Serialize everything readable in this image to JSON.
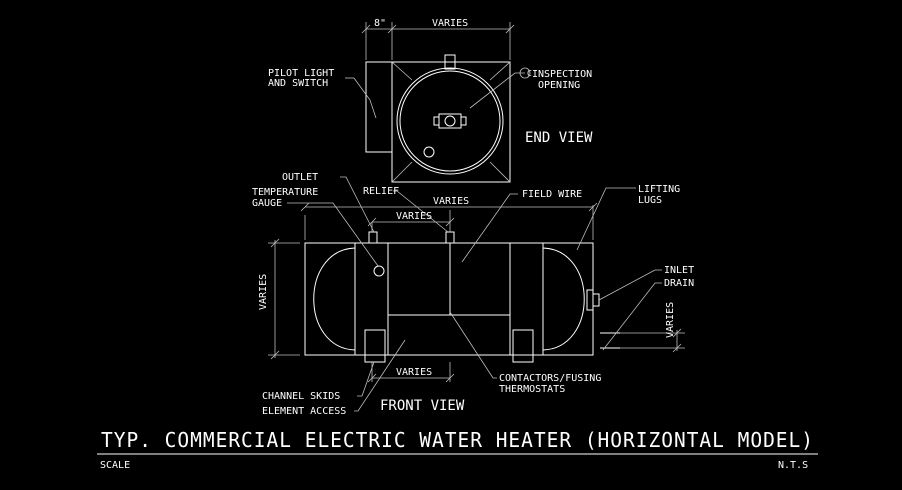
{
  "drawing": {
    "title": "TYP. COMMERCIAL ELECTRIC WATER HEATER (HORIZONTAL MODEL)",
    "scale_label": "SCALE",
    "scale_value": "N.T.S",
    "end_view_label": "END VIEW",
    "front_view_label": "FRONT VIEW"
  },
  "dimensions": {
    "offset_8": "8\"",
    "end_width": "VARIES",
    "relief_dim": "VARIES",
    "outlet_dim": "VARIES",
    "skid_dim": "VARIES",
    "overall_height": "VARIES",
    "drain_height": "VARIES"
  },
  "labels": {
    "pilot_light_1": "PILOT LIGHT",
    "pilot_light_2": "AND SWITCH",
    "inspection_symbol": "C",
    "inspection_1": "INSPECTION",
    "inspection_2": "OPENING",
    "outlet": "OUTLET",
    "temp_gauge_1": "TEMPERATURE",
    "temp_gauge_2": "GAUGE",
    "relief": "RELIEF",
    "field_wire": "FIELD WIRE",
    "lifting_lugs_1": "LIFTING",
    "lifting_lugs_2": "LUGS",
    "inlet": "INLET",
    "drain": "DRAIN",
    "channel_skids": "CHANNEL SKIDS",
    "element_access": "ELEMENT ACCESS",
    "contactors_1": "CONTACTORS/FUSING",
    "contactors_2": "THERMOSTATS"
  }
}
